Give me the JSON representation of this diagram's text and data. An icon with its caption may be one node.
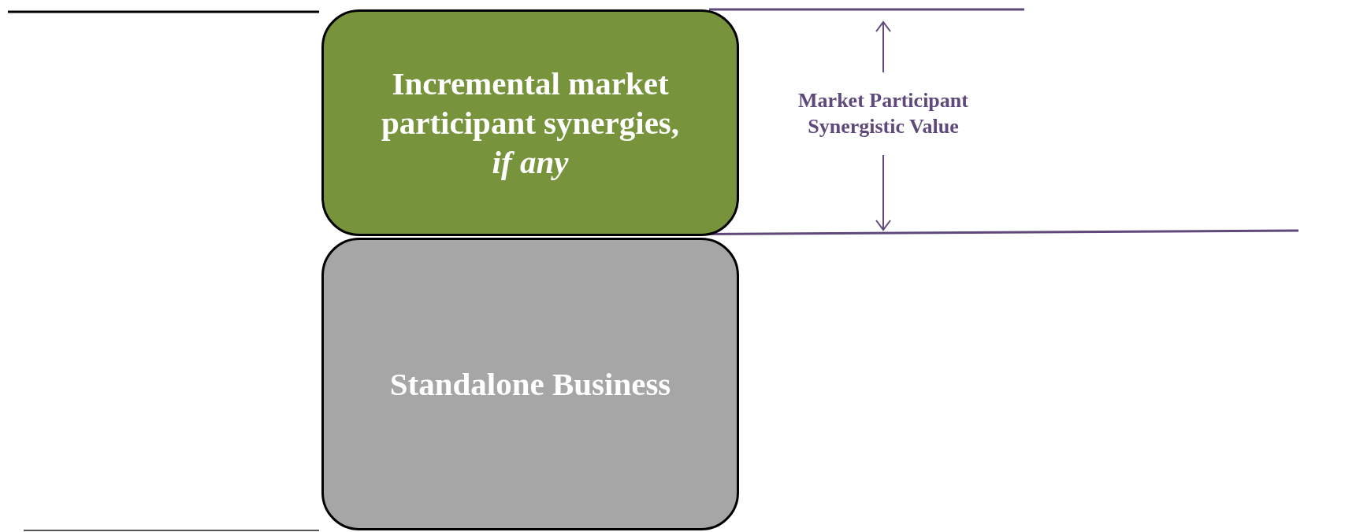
{
  "diagram": {
    "nodes": [
      {
        "text": [
          "Incremental market participant synergies, *if any*"
        ]
      },
      {
        "text": [
          "Standalone Business"
        ]
      }
    ],
    "labels": [
      "Market Participant Synergistic Value"
    ]
  }
}
